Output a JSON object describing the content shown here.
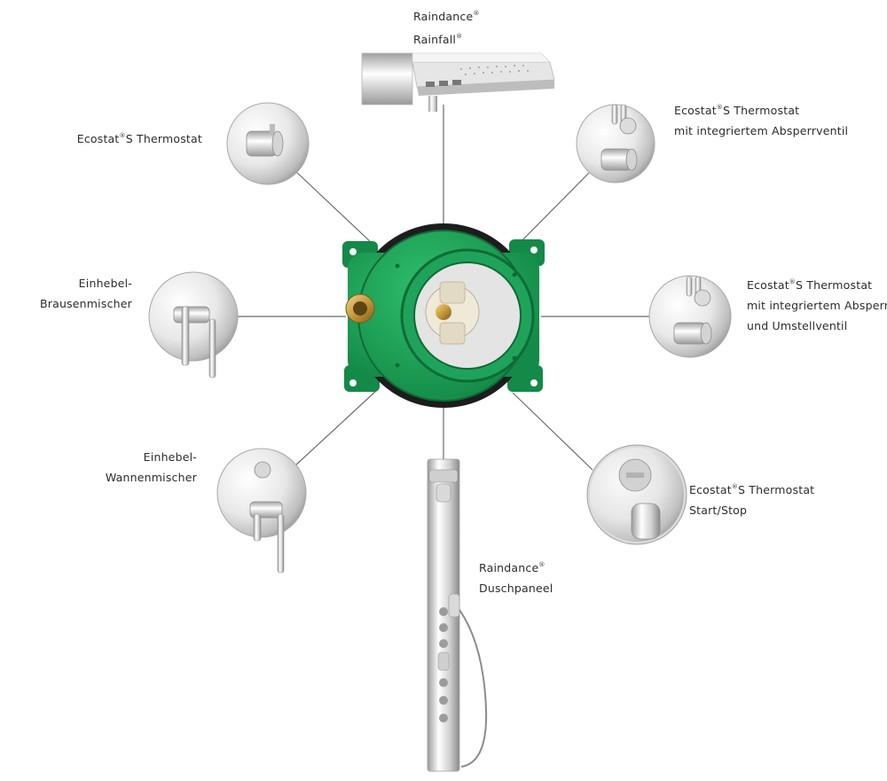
{
  "labels": {
    "rainfall": {
      "line1_main": "Raindance",
      "line1_mark": "®",
      "line2_main": "Rainfall",
      "line2_mark": "®"
    },
    "thermostat_left": {
      "prefix": "Ecostat",
      "mark": "®",
      "suffix": "S Thermostat"
    },
    "brausen": {
      "line1": "Einhebel-",
      "line2": "Brausenmischer"
    },
    "wannen": {
      "line1": "Einhebel-",
      "line2": "Wannenmischer"
    },
    "thermostat_shutoff": {
      "prefix": "Ecostat",
      "mark": "®",
      "suffix": "S Thermostat",
      "line2": "mit integriertem Absperrventil"
    },
    "thermostat_diverter": {
      "prefix": "Ecostat",
      "mark": "®",
      "suffix": "S Thermostat",
      "line2": "mit integriertem Absperr-",
      "line3": "und Umstellventil"
    },
    "thermostat_startstop": {
      "prefix": "Ecostat",
      "mark": "®",
      "suffix": "S Thermostat",
      "line2": "Start/Stop"
    },
    "duschpaneel": {
      "line1_main": "Raindance",
      "line1_mark": "®",
      "line2": "Duschpaneel"
    }
  },
  "colors": {
    "green_body": "#1fa35a",
    "green_dark": "#137a40",
    "frame_black": "#1d1d1d",
    "brass": "#c9a24a",
    "chrome_light": "#f3f3f3",
    "chrome_mid": "#c9c9c9",
    "chrome_dark": "#8e8e8e",
    "connector_line": "#6a6a6a"
  }
}
